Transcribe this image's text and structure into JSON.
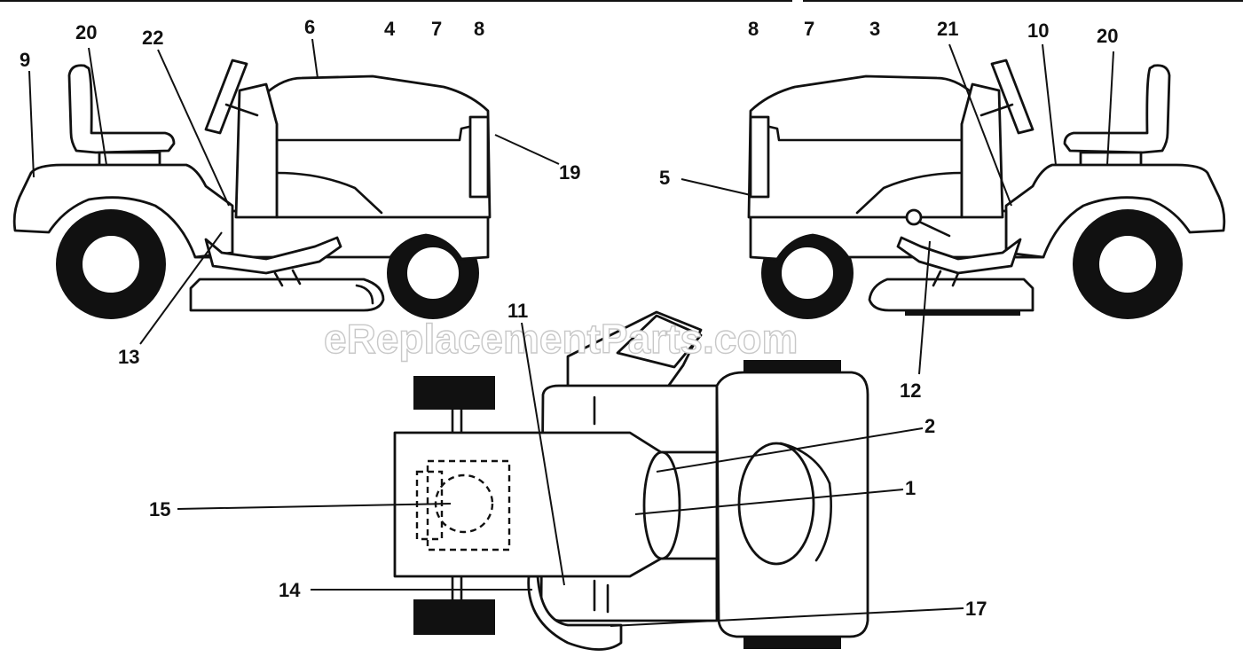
{
  "watermark": "eReplacementParts.com",
  "left_view": {
    "callouts": {
      "c9": "9",
      "c20": "20",
      "c22": "22",
      "c6": "6",
      "c4": "4",
      "c7": "7",
      "c8": "8",
      "c19": "19",
      "c13": "13"
    }
  },
  "right_view": {
    "callouts": {
      "c8": "8",
      "c7": "7",
      "c3": "3",
      "c21": "21",
      "c10": "10",
      "c20": "20",
      "c5": "5",
      "c12": "12"
    }
  },
  "top_view": {
    "callouts": {
      "c11": "11",
      "c2": "2",
      "c1": "1",
      "c15": "15",
      "c14": "14",
      "c17": "17"
    }
  }
}
